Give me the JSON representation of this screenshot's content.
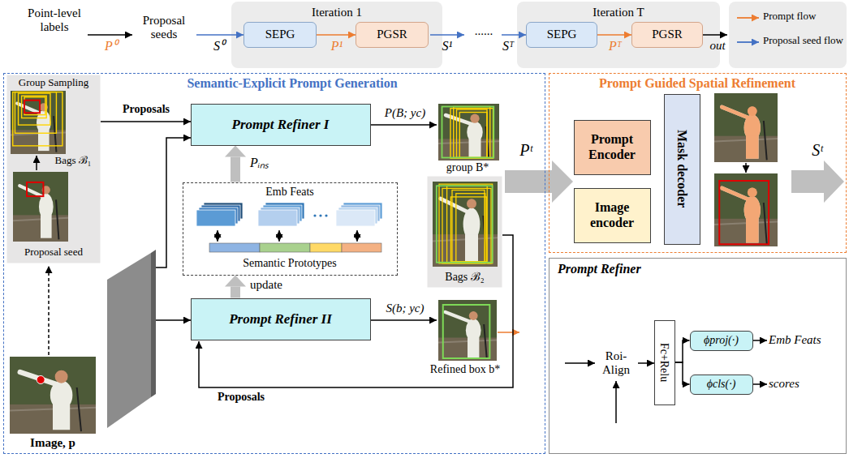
{
  "diagram": {
    "nodes": [
      {
        "text": [
          "Iteration 1"
        ]
      },
      {
        "text": [
          "SEPG"
        ],
        "in": 0
      },
      {
        "text": [
          "PGSR"
        ],
        "in": 0
      },
      {
        "text": [
          "Iteration T"
        ]
      },
      {
        "text": [
          "SEPG"
        ],
        "in": 3
      },
      {
        "text": [
          "PGSR"
        ],
        "in": 3
      },
      {
        "text": [
          "Semantic-Explicit Prompt Generation"
        ]
      },
      {
        "text": [
          "Group Sampling",
          "Bags ℬ₁",
          "Proposal seed"
        ],
        "in": 6
      },
      {
        "text": [
          "Prompt Refiner I"
        ],
        "in": 6
      },
      {
        "text": [
          "Emb Feats",
          "Semantic Prototypes"
        ],
        "in": 6
      },
      {
        "text": [
          "Prompt Refiner II"
        ],
        "in": 6
      },
      {
        "text": [
          "Bags ℬ₂"
        ],
        "in": 6
      },
      {
        "text": [
          "Prompt Guided Spatial Refinement"
        ]
      },
      {
        "text": [
          "Prompt Encoder"
        ],
        "in": 12
      },
      {
        "text": [
          "Image encoder"
        ],
        "in": 12
      },
      {
        "text": [
          "Mask decoder"
        ],
        "in": 12
      },
      {
        "text": [
          "Prompt Refiner"
        ]
      },
      {
        "text": [
          "Fc+Relu"
        ],
        "in": 16
      },
      {
        "text": [
          "ϕproj(·)"
        ],
        "in": 16
      },
      {
        "text": [
          "ϕcls(·)"
        ],
        "in": 16
      }
    ],
    "edges": [
      {
        "from": 1,
        "to": 2,
        "arrow": "to"
      },
      {
        "from": 4,
        "to": 5,
        "arrow": "to"
      },
      {
        "from": 9,
        "to": 8,
        "arrow": "to",
        "label": "Pᵢₙₛ"
      },
      {
        "from": 10,
        "to": 9,
        "arrow": "to",
        "label": "update"
      },
      {
        "from": 17,
        "to": 18,
        "arrow": "to"
      },
      {
        "from": 17,
        "to": 19,
        "arrow": "to"
      }
    ],
    "labels": [
      "Point-level labels",
      "P⁰",
      "Proposal seeds",
      "S⁰",
      "P¹",
      "S¹",
      "......",
      "Sᵀ",
      "Pᵀ",
      "out",
      "Proposals",
      "P(B; yc)",
      "group B*",
      "Pᵗ",
      "S(b; yc)",
      "Refined box b*",
      "Proposals",
      "Image, p",
      "Sᵗ",
      "Roi-Align",
      "Emb Feats",
      "scores"
    ],
    "legend": [
      {
        "text": "Prompt flow"
      },
      {
        "text": "Proposal seed flow"
      }
    ]
  }
}
